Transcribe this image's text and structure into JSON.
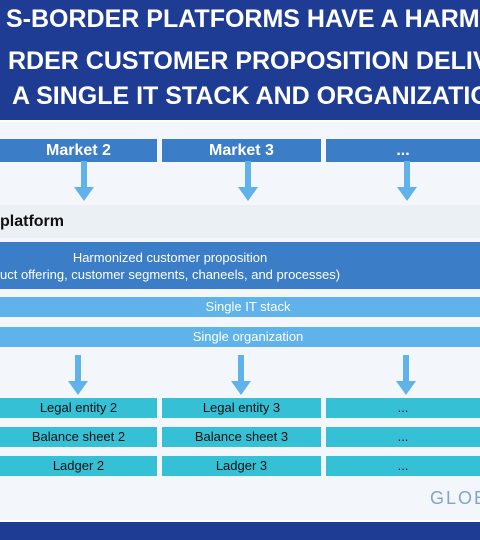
{
  "title": {
    "lines": [
      "S-BORDER PLATFORMS HAVE A HARMONI",
      "RDER CUSTOMER PROPOSITION DELIVERE",
      "A SINGLE IT STACK AND ORGANIZATIO"
    ]
  },
  "markets": [
    "Market 2",
    "Market 3",
    "..."
  ],
  "platform": {
    "label": "platform",
    "harmonized_title": "Harmonized customer proposition",
    "harmonized_subtitle": "uct offering, customer segments, chaneels, and processes)",
    "it_stack": "Single IT stack",
    "organization": "Single organization"
  },
  "entities": {
    "legal": [
      "Legal entity 2",
      "Legal entity 3",
      "..."
    ],
    "balance": [
      "Balance sheet 2",
      "Balance sheet 3",
      "..."
    ],
    "ledger": [
      "Ladger 2",
      "Ladger 3",
      "..."
    ]
  },
  "brand": "GLOB",
  "colors": {
    "title_band": "#1f3c95",
    "box_dark": "#3b7dc6",
    "box_light": "#5fb3ea",
    "entity": "#35c0d6",
    "arrow": "#5fb3ea"
  }
}
